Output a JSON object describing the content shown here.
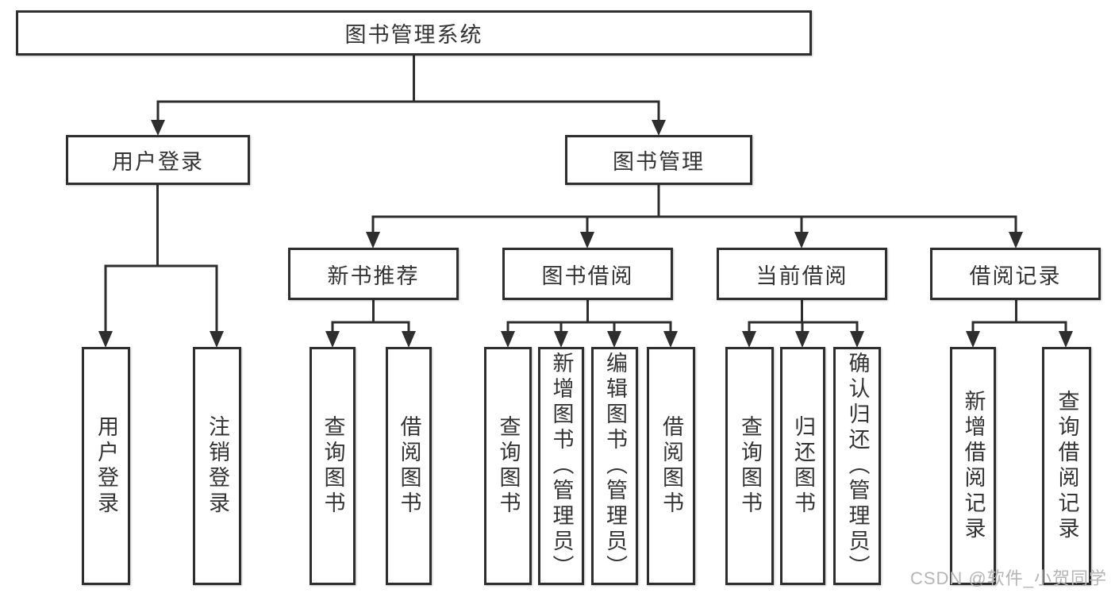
{
  "diagram": {
    "root": "图书管理系统",
    "level2": [
      "用户登录",
      "图书管理"
    ],
    "level3": [
      "新书推荐",
      "图书借阅",
      "当前借阅",
      "借阅记录"
    ],
    "leaves": {
      "user_login": [
        "用户登录",
        "注销登录"
      ],
      "new_book": [
        "查询图书",
        "借阅图书"
      ],
      "book_borrow": [
        "查询图书",
        "新增图书（管理员）",
        "编辑图书（管理员）",
        "借阅图书"
      ],
      "current_borrow": [
        "查询图书",
        "归还图书",
        "确认归还（管理员）"
      ],
      "borrow_records": [
        "新增借阅记录",
        "查询借阅记录"
      ]
    }
  },
  "watermark": "CSDN @软件_小贺同学",
  "colors": {
    "line": "#2e2e2e",
    "text": "#333333",
    "watermark": "#b5b5b5",
    "background": "#ffffff"
  }
}
